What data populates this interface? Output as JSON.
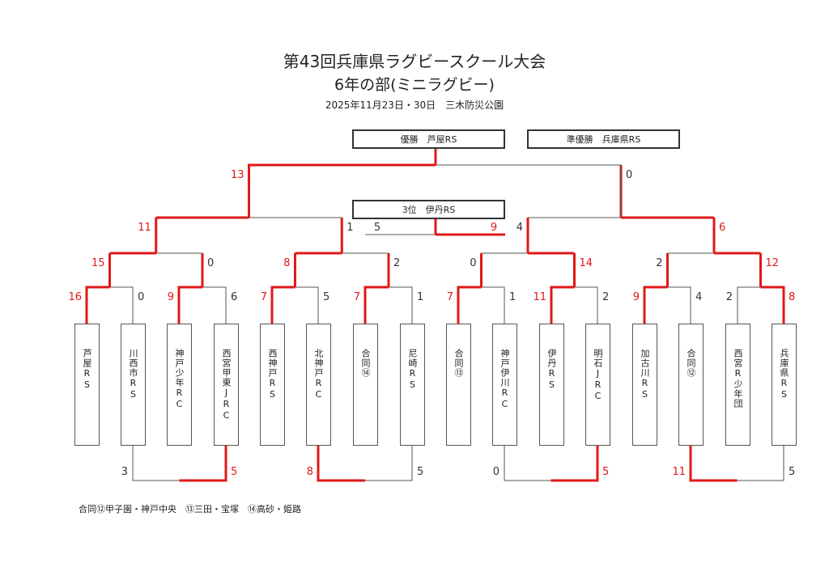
{
  "header": {
    "title": "第43回兵庫県ラグビースクール大会",
    "subtitle": "6年の部(ミニラグビー)",
    "date_venue": "2025年11月23日・30日　三木防災公園"
  },
  "results": {
    "champion": "優勝　芦屋RS",
    "runner_up": "準優勝　兵庫県RS",
    "third": "3位　伊丹RS"
  },
  "colors": {
    "winner_line": "#e01818",
    "loser_line": "#555555",
    "winner_score": "#e01818",
    "loser_score": "#333333"
  },
  "teams": [
    {
      "name": "芦屋RS"
    },
    {
      "name": "川西市RS"
    },
    {
      "name": "神戸少年RC"
    },
    {
      "name": "西宮甲東JRC"
    },
    {
      "name": "西神戸RS"
    },
    {
      "name": "北神戸RC"
    },
    {
      "name": "合同⑭"
    },
    {
      "name": "尼崎RS"
    },
    {
      "name": "合同⑬"
    },
    {
      "name": "神戸伊川RC"
    },
    {
      "name": "伊丹RS"
    },
    {
      "name": "明石JRC"
    },
    {
      "name": "加古川RS"
    },
    {
      "name": "合同⑫"
    },
    {
      "name": "西宮R少年団"
    },
    {
      "name": "兵庫県RS"
    }
  ],
  "matches": {
    "round1": [
      {
        "home": "16",
        "away": "0",
        "winner": "home"
      },
      {
        "home": "9",
        "away": "6",
        "winner": "home"
      },
      {
        "home": "7",
        "away": "5",
        "winner": "home"
      },
      {
        "home": "7",
        "away": "1",
        "winner": "home"
      },
      {
        "home": "7",
        "away": "1",
        "winner": "home"
      },
      {
        "home": "11",
        "away": "2",
        "winner": "home"
      },
      {
        "home": "9",
        "away": "4",
        "winner": "home"
      },
      {
        "home": "2",
        "away": "8",
        "winner": "away"
      }
    ],
    "quarterfinals": [
      {
        "home": "15",
        "away": "0",
        "winner": "home"
      },
      {
        "home": "8",
        "away": "2",
        "winner": "home"
      },
      {
        "home": "0",
        "away": "14",
        "winner": "away"
      },
      {
        "home": "2",
        "away": "12",
        "winner": "away"
      }
    ],
    "semifinals": [
      {
        "home": "11",
        "away": "1",
        "winner": "home"
      },
      {
        "home": "4",
        "away": "6",
        "winner": "away"
      }
    ],
    "final": {
      "home": "13",
      "away": "0",
      "winner": "home"
    },
    "third_place": {
      "home": "5",
      "away": "9",
      "winner": "away"
    },
    "consolation": [
      {
        "home": "3",
        "away": "5",
        "winner": "away"
      },
      {
        "home": "8",
        "away": "5",
        "winner": "home"
      },
      {
        "home": "0",
        "away": "5",
        "winner": "away"
      },
      {
        "home": "11",
        "away": "5",
        "winner": "home"
      }
    ]
  },
  "note": "合同⑫甲子園・神戸中央　⑬三田・宝塚　⑭高砂・姫路"
}
